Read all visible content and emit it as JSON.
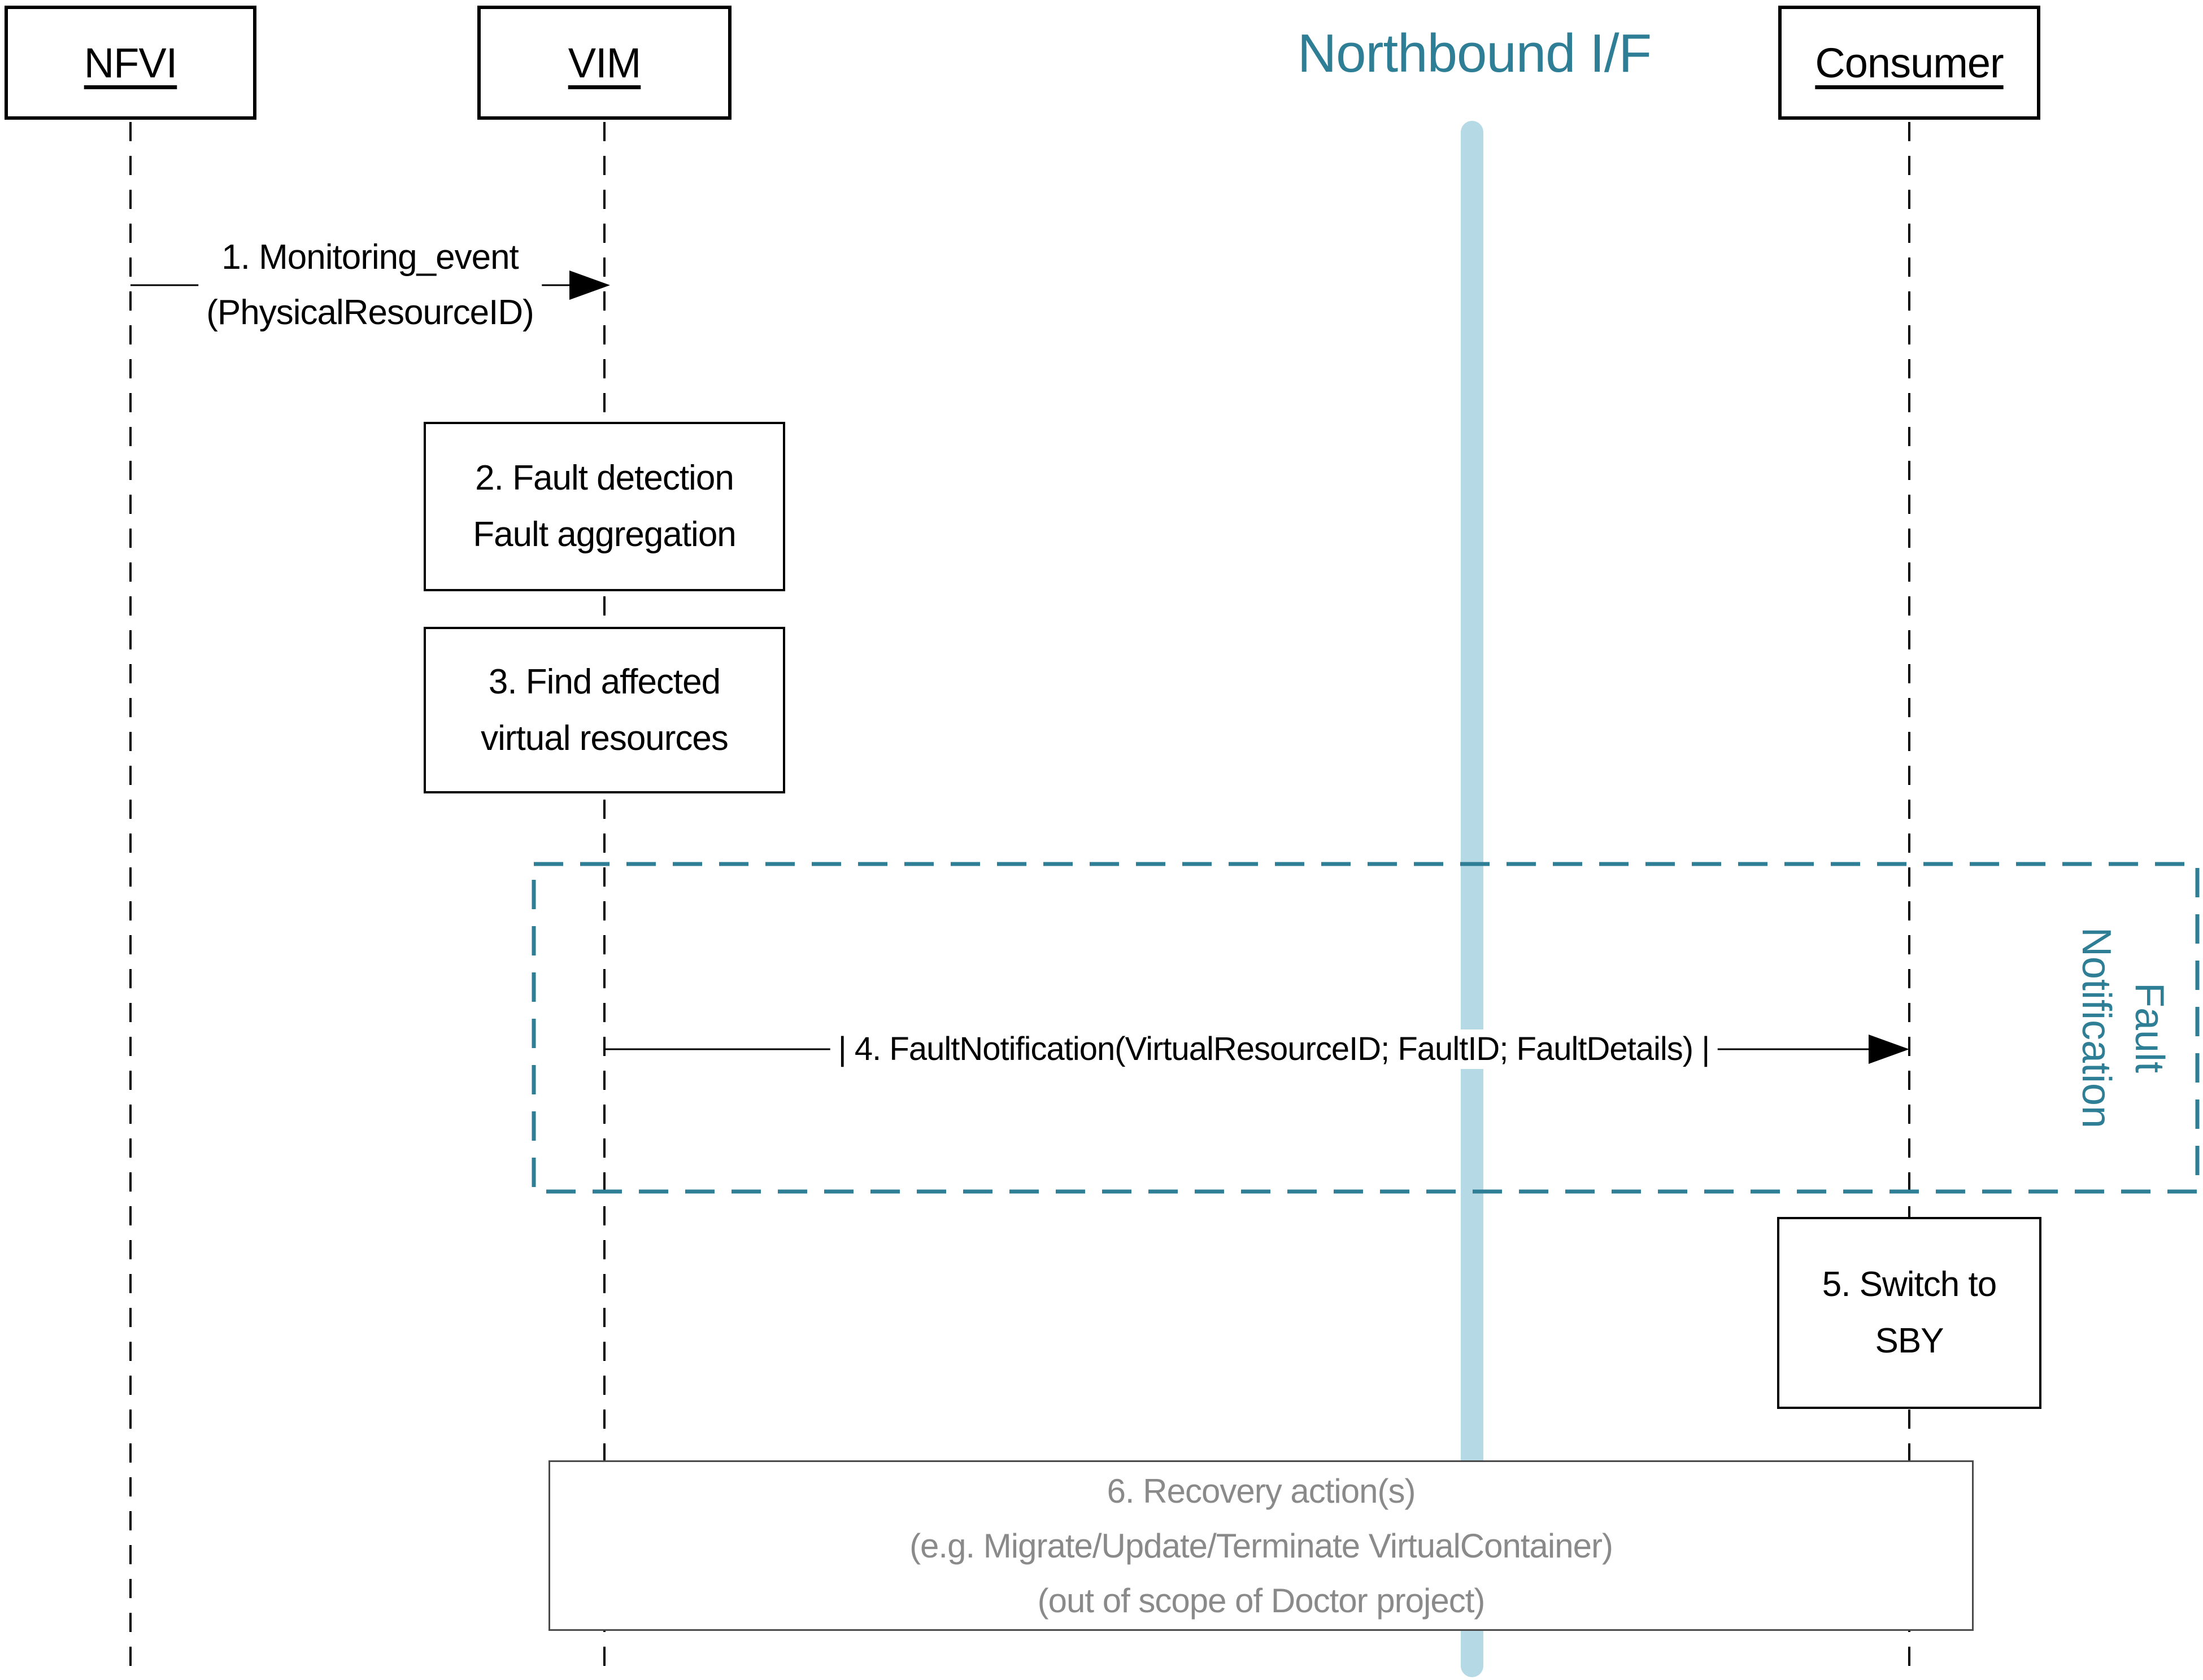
{
  "colors": {
    "teal": "#2E7E96",
    "bar_blue": "#B5DAE6",
    "gray_text": "#8A8A8A",
    "line_black": "#000000"
  },
  "title": {
    "text": "Northbound I/F"
  },
  "actors": {
    "nfvi": "NFVI",
    "vim": "VIM",
    "consumer": "Consumer"
  },
  "messages": {
    "m1": {
      "line1": "1. Monitoring_event",
      "line2": "(PhysicalResourceID)"
    },
    "m4": {
      "label": "| 4. FaultNotification(VirtualResourceID; FaultID; FaultDetails) |"
    }
  },
  "activities": {
    "b2": {
      "line1": "2. Fault detection",
      "line2": "Fault aggregation"
    },
    "b3": {
      "line1": "3. Find affected",
      "line2": "virtual resources"
    },
    "b5": {
      "line1": "5. Switch to",
      "line2": "SBY"
    },
    "b6": {
      "line1": "6. Recovery action(s)",
      "line2": "(e.g. Migrate/Update/Terminate VirtualContainer)",
      "line3": "(out of scope of Doctor project)"
    }
  },
  "fragment": {
    "line1": "Fault",
    "line2": "Notification"
  }
}
